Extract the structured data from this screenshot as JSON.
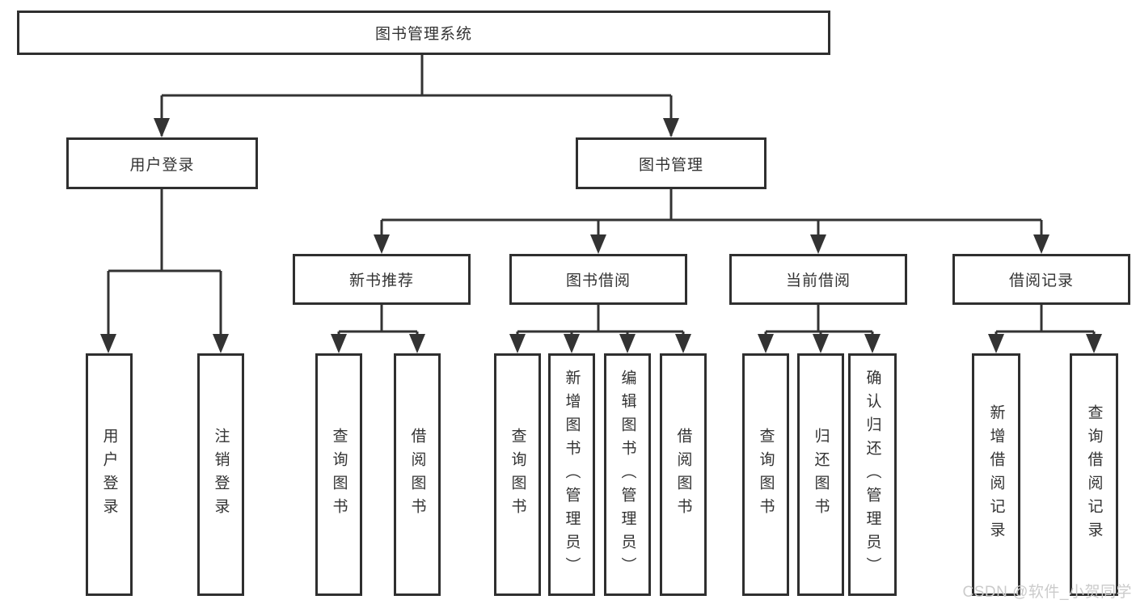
{
  "nodes": {
    "root": {
      "label": "图书管理系统"
    },
    "level2": {
      "user_login": {
        "label": "用户登录"
      },
      "book_mgmt": {
        "label": "图书管理"
      }
    },
    "level3": {
      "new_book_rec": {
        "label": "新书推荐"
      },
      "book_borrow": {
        "label": "图书借阅"
      },
      "current_borrow": {
        "label": "当前借阅"
      },
      "borrow_records": {
        "label": "借阅记录"
      }
    },
    "leaves": {
      "ul_login": {
        "label": "用户登录"
      },
      "ul_logout": {
        "label": "注销登录"
      },
      "nb_query": {
        "label": "查询图书"
      },
      "nb_borrow": {
        "label": "借阅图书"
      },
      "bb_query": {
        "label": "查询图书"
      },
      "bb_add": {
        "label": "新增图书（管理员）"
      },
      "bb_edit": {
        "label": "编辑图书（管理员）"
      },
      "bb_borrow": {
        "label": "借阅图书"
      },
      "cb_query": {
        "label": "查询图书"
      },
      "cb_return": {
        "label": "归还图书"
      },
      "cb_confirm": {
        "label": "确认归还（管理员）"
      },
      "br_add": {
        "label": "新增借阅记录"
      },
      "br_query": {
        "label": "查询借阅记录"
      }
    }
  },
  "watermark": {
    "text": "CSDN @软件_小贺同学"
  },
  "colors": {
    "background": "#ffffff",
    "line": "#333333",
    "border": "#2f2f2f",
    "text": "#333333",
    "watermark": "#cbcbcb"
  }
}
